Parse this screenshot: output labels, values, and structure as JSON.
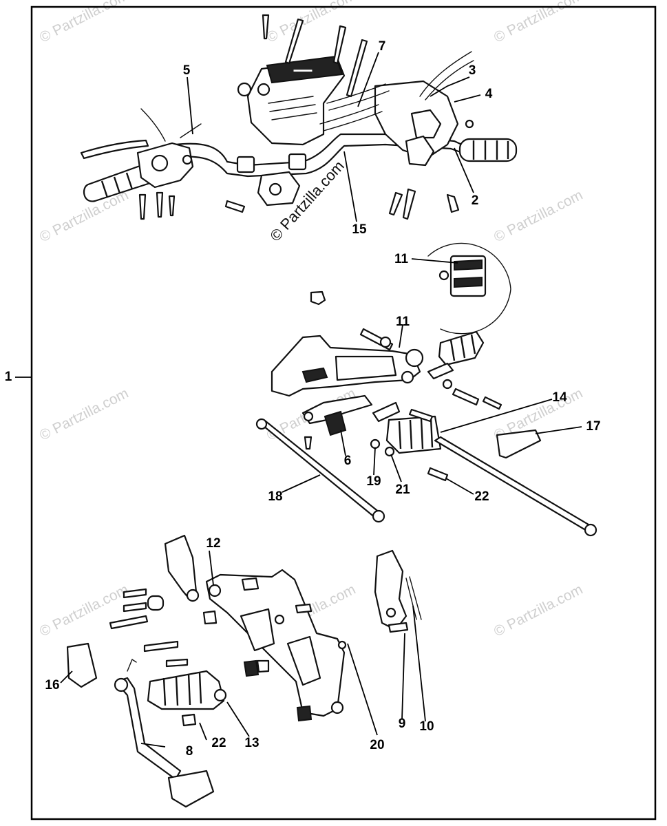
{
  "watermark": "© Partzilla.com",
  "center_copyright": "© Partzilla.com",
  "callouts": [
    "1",
    "2",
    "3",
    "4",
    "5",
    "6",
    "7",
    "8",
    "9",
    "10",
    "11",
    "11",
    "12",
    "13",
    "14",
    "15",
    "16",
    "17",
    "18",
    "19",
    "20",
    "21",
    "22",
    "22"
  ],
  "colors": {
    "ink": "#111111",
    "paper": "#ffffff",
    "watermark": "#cfcfcf"
  }
}
